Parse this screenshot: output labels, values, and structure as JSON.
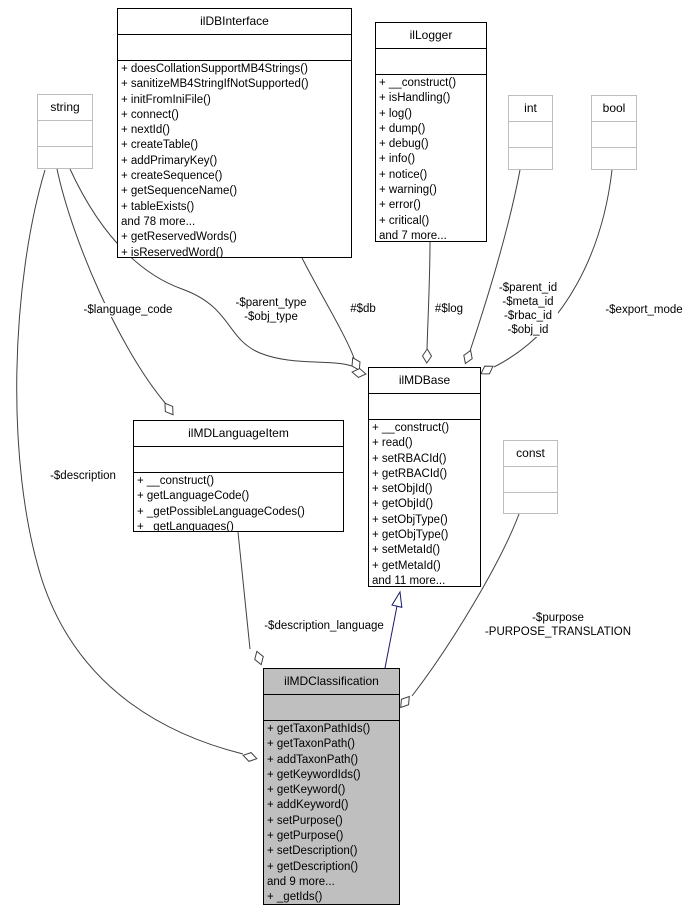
{
  "diagram": {
    "type": "uml-collaboration-graph",
    "colors": {
      "edge": "#404040",
      "inheritance": "#191970",
      "highlight_fill": "#bfbfbf",
      "node_border": "#000000",
      "type_node_border": "#bdbdbd",
      "background": "#ffffff"
    },
    "classes": {
      "ilDBInterface": {
        "title": "ilDBInterface",
        "methods": [
          "+ doesCollationSupportMB4Strings()",
          "+ sanitizeMB4StringIfNotSupported()",
          "+ initFromIniFile()",
          "+ connect()",
          "+ nextId()",
          "+ createTable()",
          "+ addPrimaryKey()",
          "+ createSequence()",
          "+ getSequenceName()",
          "+ tableExists()",
          "and 78 more...",
          "+ getReservedWords()",
          "+ isReservedWord()"
        ]
      },
      "ilLogger": {
        "title": "ilLogger",
        "methods": [
          "+ __construct()",
          "+ isHandling()",
          "+ log()",
          "+ dump()",
          "+ debug()",
          "+ info()",
          "+ notice()",
          "+ warning()",
          "+ error()",
          "+ critical()",
          "and 7 more..."
        ]
      },
      "string": {
        "title": "string"
      },
      "int": {
        "title": "int"
      },
      "bool": {
        "title": "bool"
      },
      "const": {
        "title": "const"
      },
      "ilMDBase": {
        "title": "ilMDBase",
        "methods": [
          "+ __construct()",
          "+ read()",
          "+ setRBACId()",
          "+ getRBACId()",
          "+ setObjId()",
          "+ getObjId()",
          "+ setObjType()",
          "+ getObjType()",
          "+ setMetaId()",
          "+ getMetaId()",
          "and 11 more..."
        ]
      },
      "ilMDLanguageItem": {
        "title": "ilMDLanguageItem",
        "methods": [
          "+ __construct()",
          "+ getLanguageCode()",
          "+ _getPossibleLanguageCodes()",
          "+ _getLanguages()"
        ]
      },
      "ilMDClassification": {
        "title": "ilMDClassification",
        "methods": [
          "+ getTaxonPathIds()",
          "+ getTaxonPath()",
          "+ addTaxonPath()",
          "+ getKeywordIds()",
          "+ getKeyword()",
          "+ addKeyword()",
          "+ setPurpose()",
          "+ getPurpose()",
          "+ setDescription()",
          "+ getDescription()",
          "and 9 more...",
          "+ _getIds()"
        ]
      }
    },
    "edge_labels": {
      "language_code": [
        "-$language_code"
      ],
      "parent_obj_type": [
        "-$parent_type",
        "-$obj_type"
      ],
      "db": [
        "#$db"
      ],
      "log": [
        "#$log"
      ],
      "ids": [
        "-$parent_id",
        "-$meta_id",
        "-$rbac_id",
        "-$obj_id"
      ],
      "export_mode": [
        "-$export_mode"
      ],
      "description": [
        "-$description"
      ],
      "description_language": [
        "-$description_language"
      ],
      "purpose": [
        "-$purpose",
        "-PURPOSE_TRANSLATION"
      ]
    }
  }
}
